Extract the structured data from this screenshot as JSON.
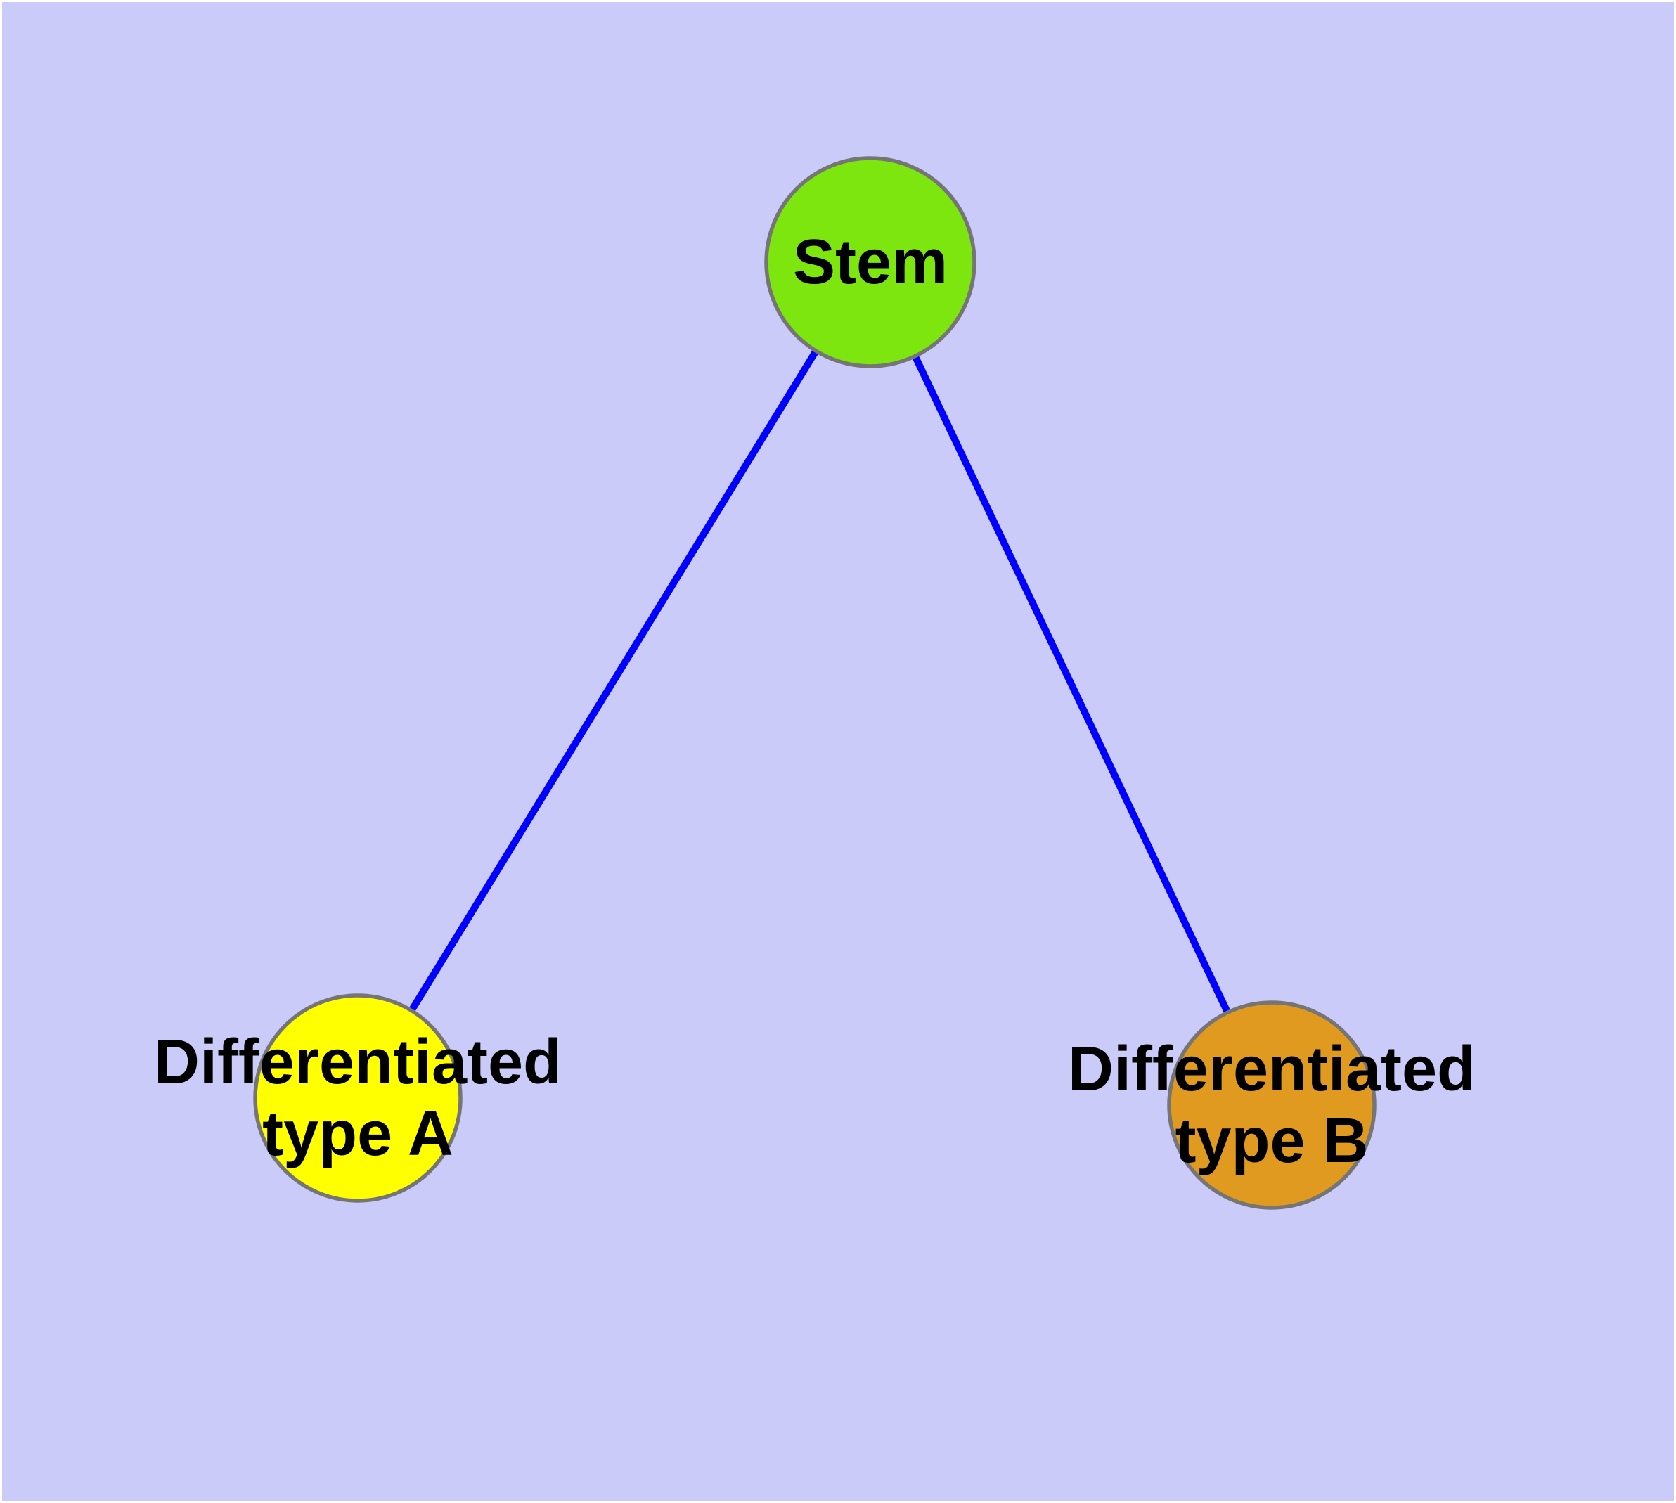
{
  "canvas": {
    "frame_color": "#ffffff",
    "background_color": "#cbcbfa"
  },
  "graph": {
    "edge_color": "#0000ff",
    "node_border_color": "#757575",
    "label_color": "#000000",
    "nodes": [
      {
        "id": "stem",
        "label": "Stem",
        "fill": "#7ce60e"
      },
      {
        "id": "differentiated-type-a",
        "label": "Differentiated type A",
        "label_lines": [
          "Differentiated",
          "type A"
        ],
        "fill": "#ffff00"
      },
      {
        "id": "differentiated-type-b",
        "label": "Differentiated type B",
        "label_lines": [
          "Differentiated",
          "type B"
        ],
        "fill": "#e09a20"
      }
    ],
    "edges": [
      {
        "from": "stem",
        "to": "differentiated-type-a"
      },
      {
        "from": "stem",
        "to": "differentiated-type-b"
      }
    ]
  }
}
